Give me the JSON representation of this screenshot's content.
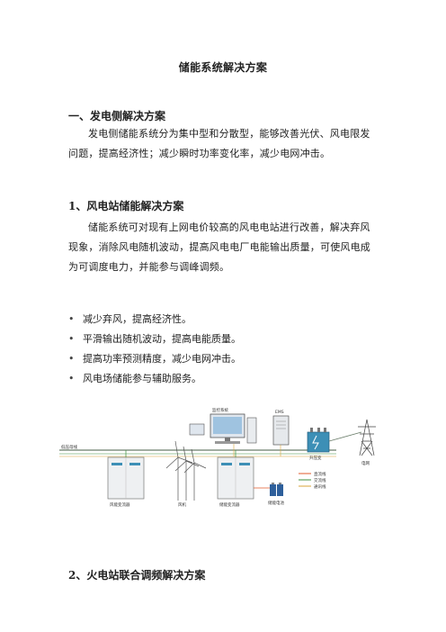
{
  "document": {
    "title": "储能系统解决方案",
    "section1": {
      "heading": "一、发电侧解决方案",
      "paragraph": "发电侧储能系统分为集中型和分散型，能够改善光伏、风电限发问题，提高经济性；减少瞬时功率变化率，减少电网冲击。"
    },
    "section1_1": {
      "heading": "1、风电站储能解决方案",
      "paragraph": "储能系统可对现有上网电价较高的风电电站进行改善，解决弃风现象，消除风电随机波动，提高风电电厂电能输出质量，可使风电成为可调度电力，并能参与调峰调频。",
      "bullets": [
        "减少弃风，提高经济性。",
        "平滑输出随机波动，提高电能质量。",
        "提高功率预测精度，减少电网冲击。",
        "风电场储能参与辅助服务。"
      ]
    },
    "diagram": {
      "monitor_label": "监控系统",
      "ems_label": "EMS",
      "bus_label": "低压母线",
      "transformer_label": "升压变",
      "grid_label": "电网",
      "wind_converter_label": "风能变流器",
      "wind_turbine_label": "风机",
      "storage_converter_label": "储能变流器",
      "battery_label": "储能电池",
      "legend": [
        "直流线",
        "交流线",
        "通讯线"
      ],
      "colors": {
        "dc": "#e05a2b",
        "ac": "#3c8f3c",
        "comm": "#d9a43a",
        "bus": "#6a7d6a"
      }
    },
    "section1_2": {
      "heading": "2、火电站联合调频解决方案"
    }
  }
}
